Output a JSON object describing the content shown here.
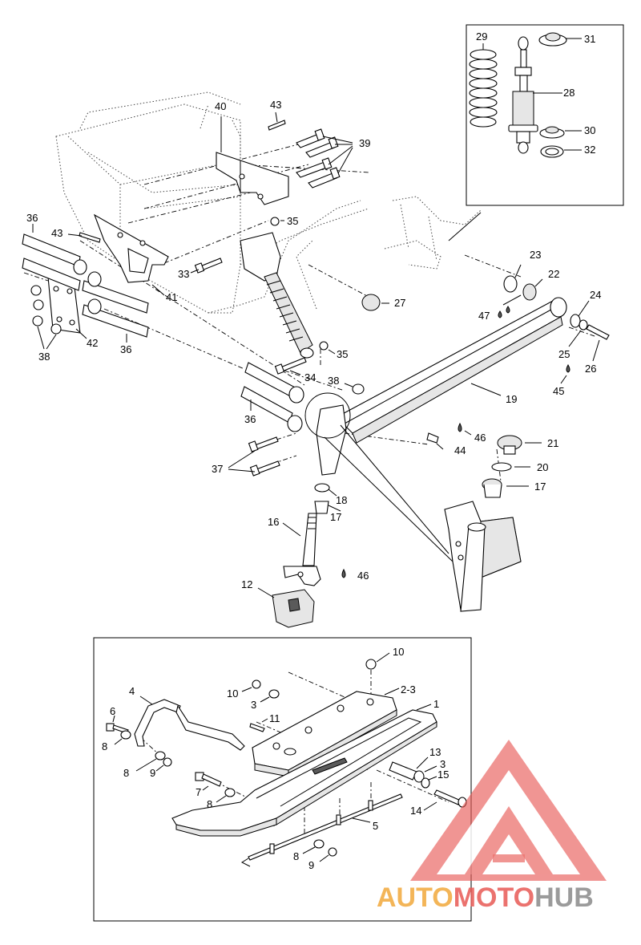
{
  "watermark": {
    "part1": "AUTO",
    "part2": "MOTO",
    "part3": "HUB",
    "colors": {
      "auto": "#f2a93b",
      "moto": "#e85a55",
      "hub": "#8a8a8a"
    }
  },
  "callouts": {
    "c1": "1",
    "c23": "2-3",
    "c3a": "3",
    "c3b": "3",
    "c4": "4",
    "c5": "5",
    "c6": "6",
    "c7": "7",
    "c8a": "8",
    "c8b": "8",
    "c8c": "8",
    "c8d": "8",
    "c9a": "9",
    "c9b": "9",
    "c10a": "10",
    "c10b": "10",
    "c11": "11",
    "c12": "12",
    "c13": "13",
    "c14": "14",
    "c15": "15",
    "c16": "16",
    "c17a": "17",
    "c17b": "17",
    "c18": "18",
    "c19": "19",
    "c20": "20",
    "c21": "21",
    "c22": "22",
    "c23n": "23",
    "c24": "24",
    "c25": "25",
    "c26": "26",
    "c27": "27",
    "c28": "28",
    "c29": "29",
    "c30": "30",
    "c31": "31",
    "c32": "32",
    "c33": "33",
    "c34": "34",
    "c35a": "35",
    "c35b": "35",
    "c36a": "36",
    "c36b": "36",
    "c36c": "36",
    "c37": "37",
    "c38a": "38",
    "c38b": "38",
    "c39": "39",
    "c40": "40",
    "c41": "41",
    "c42": "42",
    "c43a": "43",
    "c43b": "43",
    "c44": "44",
    "c45": "45",
    "c46a": "46",
    "c46b": "46",
    "c47": "47"
  }
}
